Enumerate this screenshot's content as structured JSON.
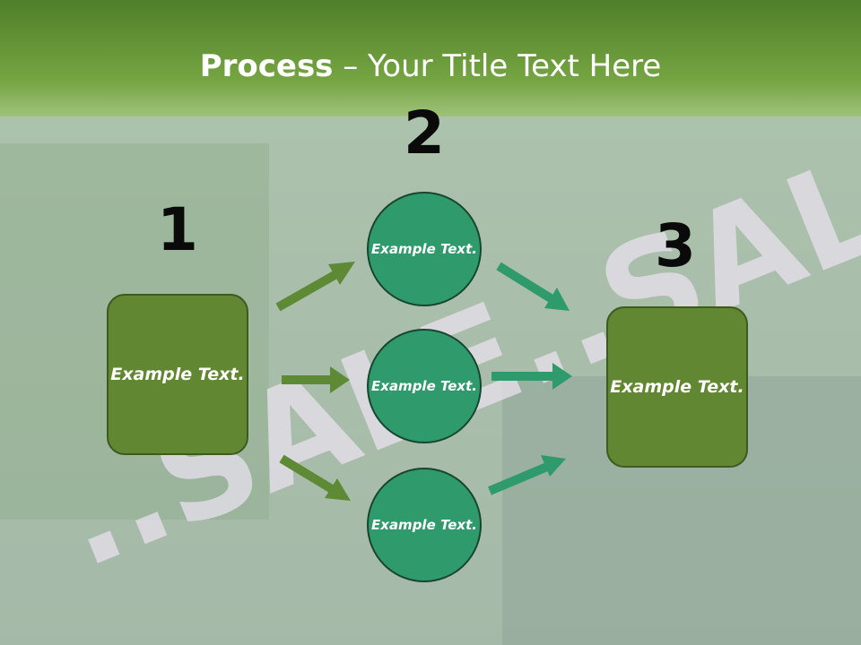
{
  "slide": {
    "title_bold": "Process",
    "title_rest": " – Your Title Text Here",
    "background_word": "..SALE..SALE..S"
  },
  "steps": {
    "one": "1",
    "two": "2",
    "three": "3"
  },
  "boxes": {
    "left_text": "Example Text.",
    "right_text": "Example Text."
  },
  "circles": {
    "top_text": "Example Text.",
    "middle_text": "Example Text.",
    "bottom_text": "Example Text."
  },
  "colors": {
    "header_green": "#5a8a2f",
    "box_green": "#628732",
    "circle_teal": "#2f9a6c",
    "arrow_olive": "#5e8a35",
    "arrow_teal": "#2f9a6c"
  }
}
